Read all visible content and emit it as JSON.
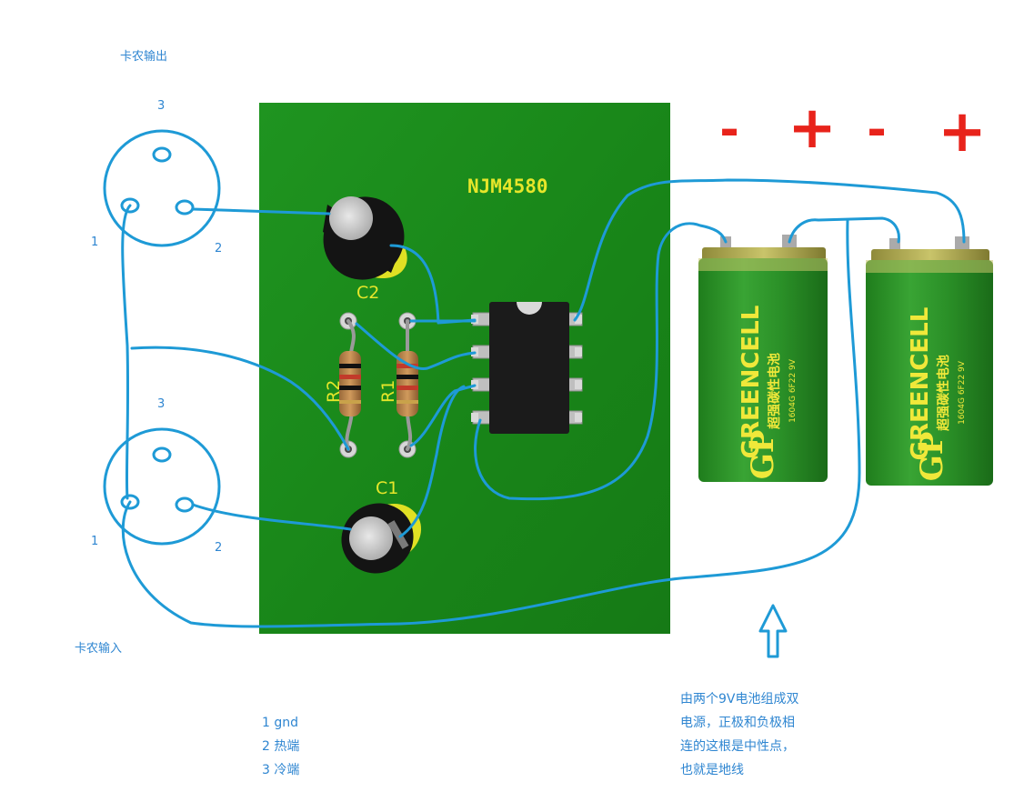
{
  "labels": {
    "xlr_output": "卡农输出",
    "xlr_input": "卡农输入",
    "chip": "NJM4580",
    "c1": "C1",
    "c2": "C2",
    "r1": "R1",
    "r2": "R2"
  },
  "xlr_pins": {
    "out_pin1": "1",
    "out_pin2": "2",
    "out_pin3": "3",
    "in_pin1": "1",
    "in_pin2": "2",
    "in_pin3": "3"
  },
  "polarity": {
    "b1_neg": "-",
    "b1_pos": "+",
    "b2_neg": "-",
    "b2_pos": "+"
  },
  "battery": {
    "brand": "GREENCELL",
    "logo": "GP",
    "sub": "超强碳性电池",
    "code": "1604G 6F22 9V"
  },
  "legend": [
    "1  gnd",
    "2  热端",
    "3  冷端"
  ],
  "note": [
    "由两个9V电池组成双",
    "电源，正极和负极相",
    "连的这根是中性点，",
    "也就是地线"
  ],
  "colors": {
    "pcb": "#1e8a1e",
    "wire": "#1e9ad6",
    "text": "#2f86d1",
    "polarity": "#e8231b",
    "silk": "#e6e62a"
  }
}
